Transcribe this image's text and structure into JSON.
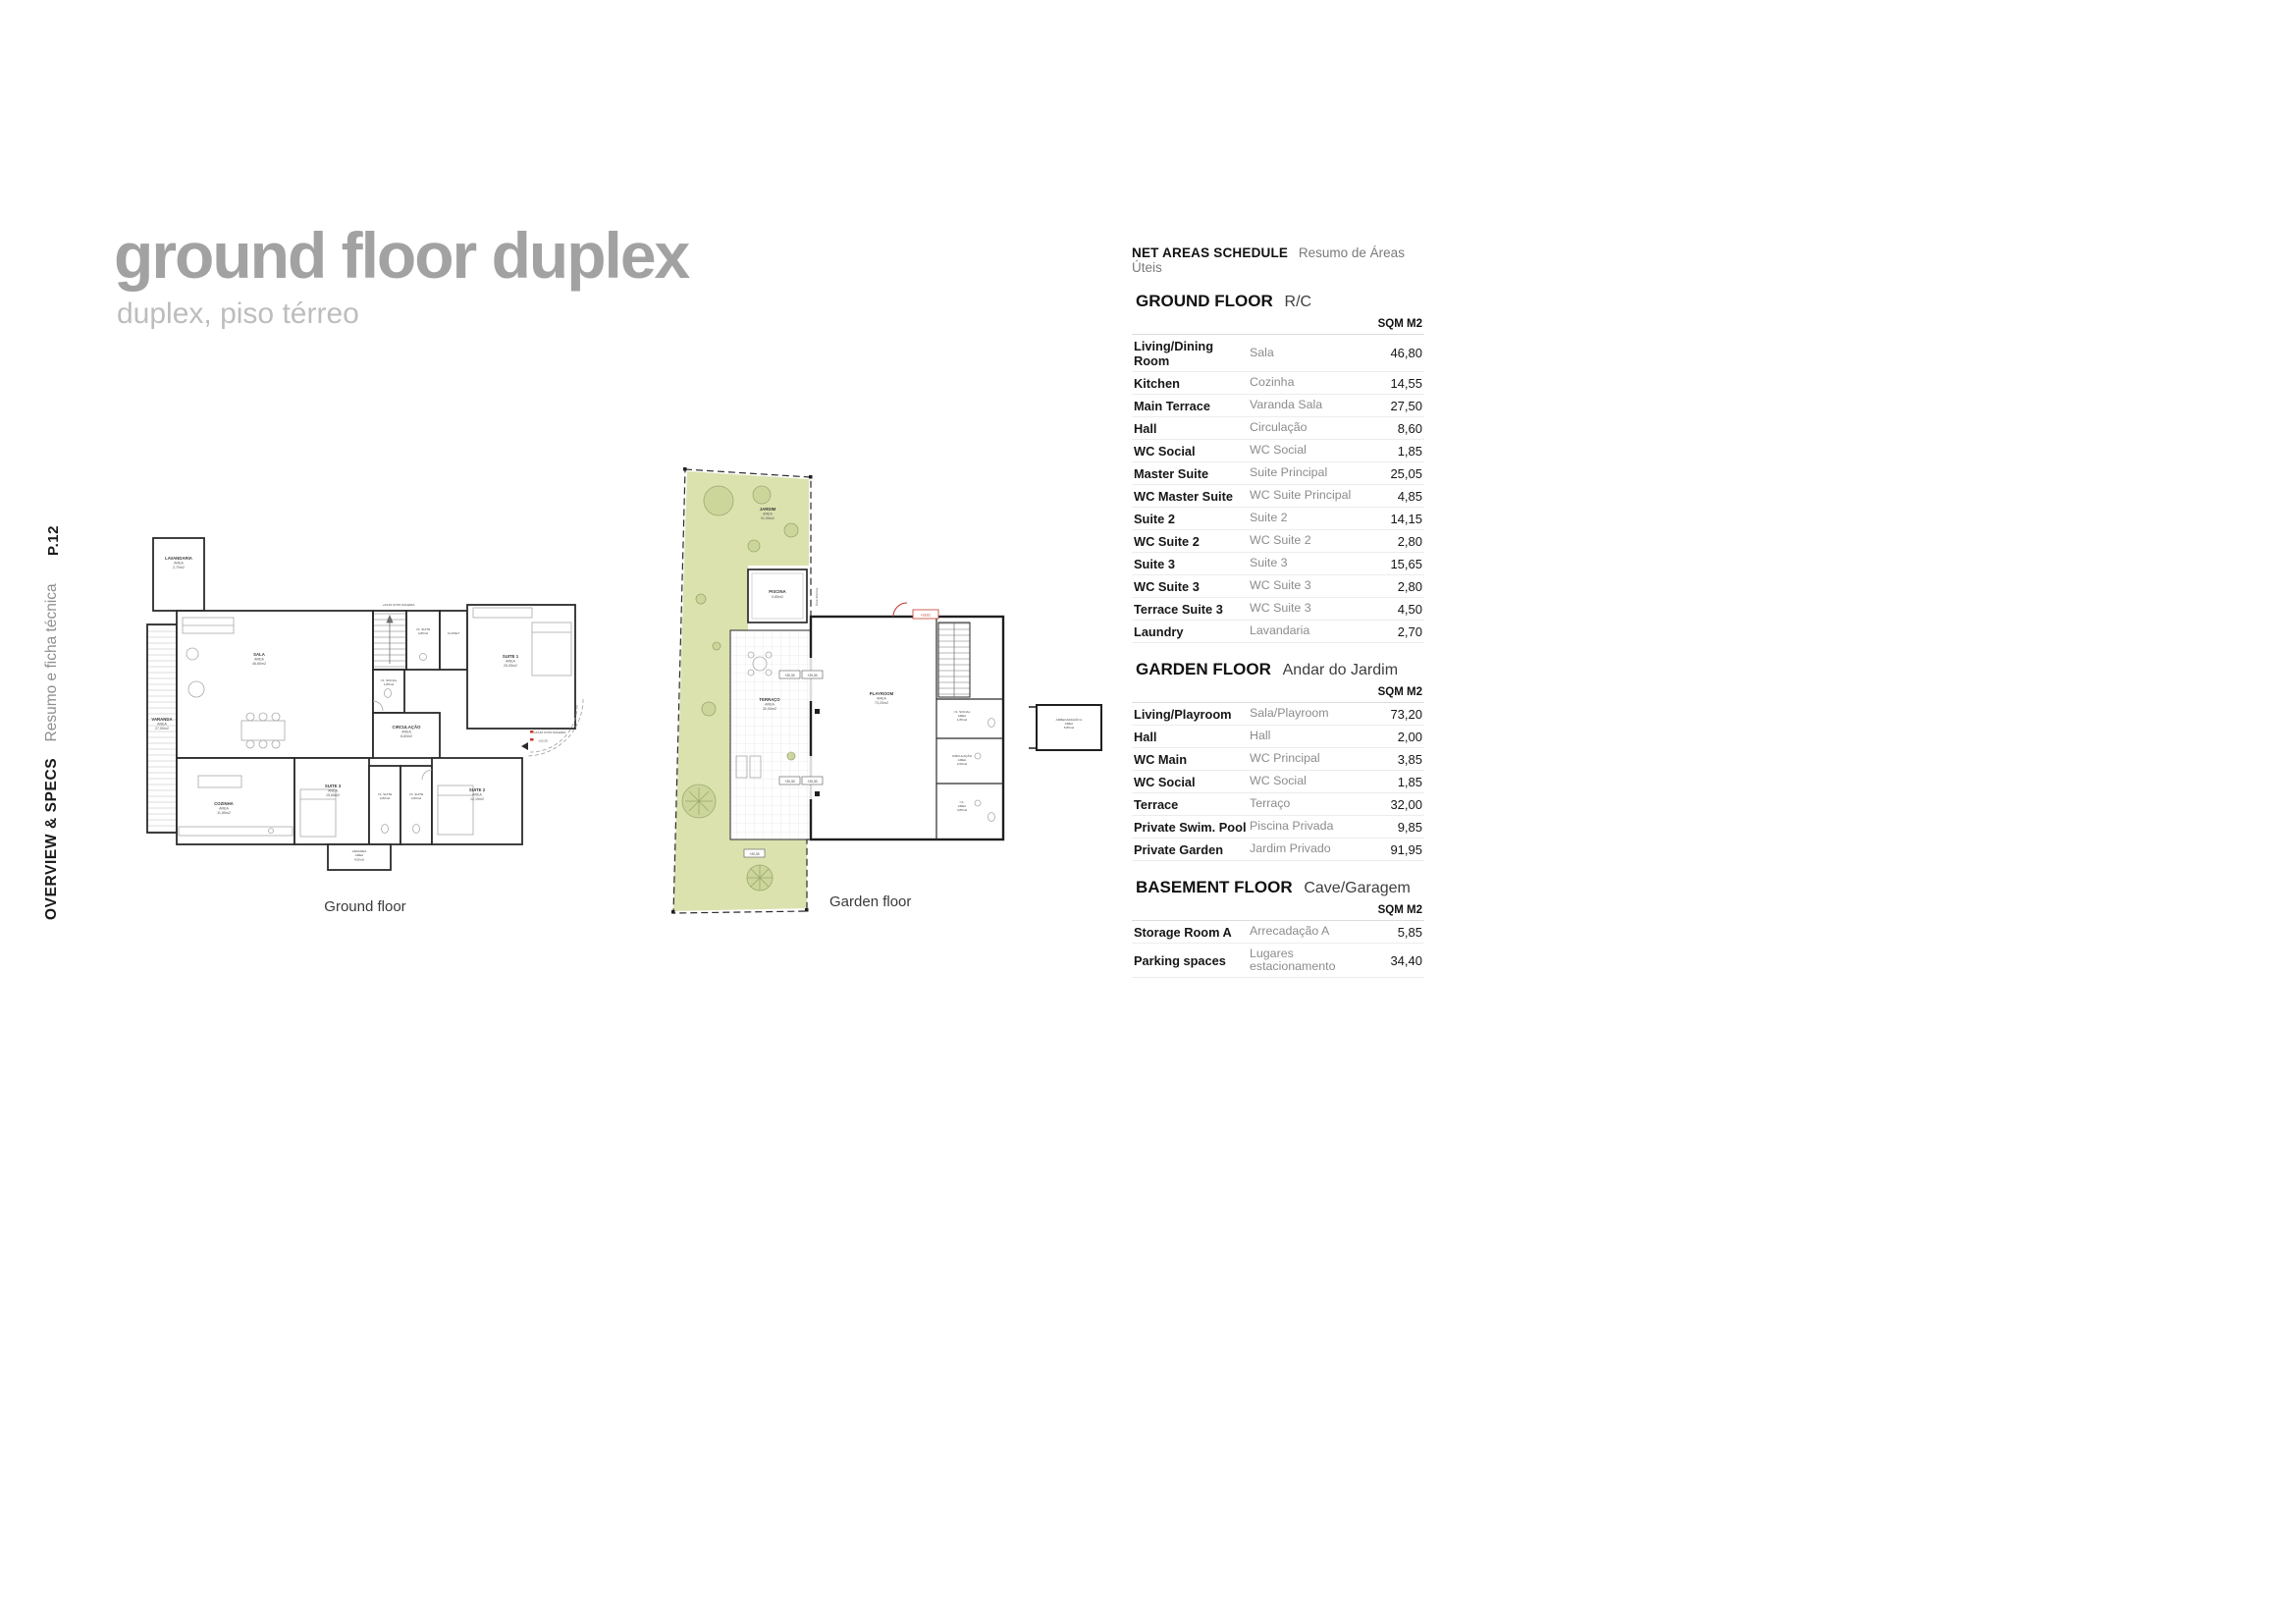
{
  "colors": {
    "garden_green": "#dbe2ae",
    "marker_red": "#c0392b",
    "title_gray": "#a2a2a2"
  },
  "sidebar": {
    "page_number": "P.12",
    "section_label": "OVERVIEW & SPECS",
    "section_sublabel": "Resumo e ficha técnica"
  },
  "header": {
    "title": "ground floor duplex",
    "subtitle": "duplex, piso térreo"
  },
  "plans": {
    "ground": {
      "caption": "Ground floor",
      "rooms": [
        {
          "lines": [
            "LAVANDARIA",
            "AREA",
            "2,70m2"
          ]
        },
        {
          "lines": [
            "VARANDA",
            "AREA",
            "27,50m2"
          ]
        },
        {
          "lines": [
            "SALA",
            "AREA",
            "46,80m2"
          ]
        },
        {
          "lines": [
            "COZINHA",
            "AREA",
            "11,85m2"
          ]
        },
        {
          "lines": [
            "CIRCULAÇÃO",
            "AREA",
            "8,60m2"
          ]
        },
        {
          "lines": [
            "I.S. SOCIAL",
            "1,85m2"
          ]
        },
        {
          "lines": [
            "SUITE 1",
            "AREA",
            "25,05m2"
          ]
        },
        {
          "lines": [
            "I.S. SUITE",
            "4,85m2"
          ]
        },
        {
          "lines": [
            "CLOSET"
          ]
        },
        {
          "lines": [
            "SUITE 2",
            "AREA",
            "14,15m2"
          ]
        },
        {
          "lines": [
            "I.S. SUITE",
            "2,80m2"
          ]
        },
        {
          "lines": [
            "SUITE 3",
            "AREA",
            "15,65m2"
          ]
        },
        {
          "lines": [
            "I.S. SUITE",
            "2,80m2"
          ]
        },
        {
          "lines": [
            "VARANDA",
            "AREA",
            "4,50m2"
          ]
        }
      ],
      "annotations": [
        "+23,54 COTA SOLEIRA",
        "+23,54 COTA SOLEIRA",
        "+23,20"
      ]
    },
    "garden": {
      "caption": "Garden floor",
      "rooms": [
        {
          "lines": [
            "JARDIM",
            "AREA",
            "91,95m2"
          ]
        },
        {
          "lines": [
            "PISCINA",
            "9,85m2"
          ]
        },
        {
          "lines": [
            "TERRAÇO",
            "AREA",
            "32,00m2"
          ]
        },
        {
          "lines": [
            "PLAYROOM",
            "AREA",
            "73,20m2"
          ]
        },
        {
          "lines": [
            "I.S. SOCIAL",
            "AREA",
            "1,85m2"
          ]
        },
        {
          "lines": [
            "CIRCULAÇÃO",
            "AREA",
            "2,00m2"
          ]
        },
        {
          "lines": [
            "I.S.",
            "AREA",
            "3,85m2"
          ]
        },
        {
          "lines": [
            "ARRECADAÇÃO A",
            "AREA",
            "5,85m2"
          ]
        }
      ],
      "levels": [
        "+18,81",
        "+20,30",
        "+20,30",
        "+20,30",
        "+20,30",
        "+20,30"
      ],
      "tech_label": "Área Técnica"
    }
  },
  "schedule": {
    "title": "NET AREAS SCHEDULE",
    "subtitle": "Resumo de Áreas Úteis",
    "unit_label": "SQM M2",
    "sections": [
      {
        "name": "GROUND FLOOR",
        "name_pt": "R/C",
        "rows": [
          {
            "en": "Living/Dining Room",
            "pt": "Sala",
            "val": "46,80"
          },
          {
            "en": "Kitchen",
            "pt": "Cozinha",
            "val": "14,55"
          },
          {
            "en": "Main Terrace",
            "pt": "Varanda Sala",
            "val": "27,50"
          },
          {
            "en": "Hall",
            "pt": "Circulação",
            "val": "8,60"
          },
          {
            "en": "WC Social",
            "pt": "WC Social",
            "val": "1,85"
          },
          {
            "en": "Master Suite",
            "pt": "Suite Principal",
            "val": "25,05"
          },
          {
            "en": "WC Master Suite",
            "pt": "WC Suite Principal",
            "val": "4,85"
          },
          {
            "en": "Suite 2",
            "pt": "Suite 2",
            "val": "14,15"
          },
          {
            "en": "WC Suite 2",
            "pt": "WC Suite 2",
            "val": "2,80"
          },
          {
            "en": "Suite 3",
            "pt": "Suite 3",
            "val": "15,65"
          },
          {
            "en": "WC Suite 3",
            "pt": "WC Suite 3",
            "val": "2,80"
          },
          {
            "en": "Terrace Suite 3",
            "pt": "WC Suite 3",
            "val": "4,50"
          },
          {
            "en": "Laundry",
            "pt": "Lavandaria",
            "val": "2,70"
          }
        ]
      },
      {
        "name": "GARDEN FLOOR",
        "name_pt": "Andar do Jardim",
        "rows": [
          {
            "en": "Living/Playroom",
            "pt": "Sala/Playroom",
            "val": "73,20"
          },
          {
            "en": "Hall",
            "pt": "Hall",
            "val": "2,00"
          },
          {
            "en": "WC Main",
            "pt": "WC Principal",
            "val": "3,85"
          },
          {
            "en": "WC Social",
            "pt": "WC Social",
            "val": "1,85"
          },
          {
            "en": "Terrace",
            "pt": "Terraço",
            "val": "32,00"
          },
          {
            "en": "Private Swim. Pool",
            "pt": "Piscina Privada",
            "val": "9,85"
          },
          {
            "en": "Private Garden",
            "pt": "Jardim Privado",
            "val": "91,95"
          }
        ]
      },
      {
        "name": "BASEMENT FLOOR",
        "name_pt": "Cave/Garagem",
        "rows": [
          {
            "en": "Storage Room A",
            "pt": "Arrecadação A",
            "val": "5,85"
          },
          {
            "en": "Parking spaces",
            "pt": "Lugares estacionamento",
            "val": "34,40"
          }
        ]
      }
    ]
  }
}
